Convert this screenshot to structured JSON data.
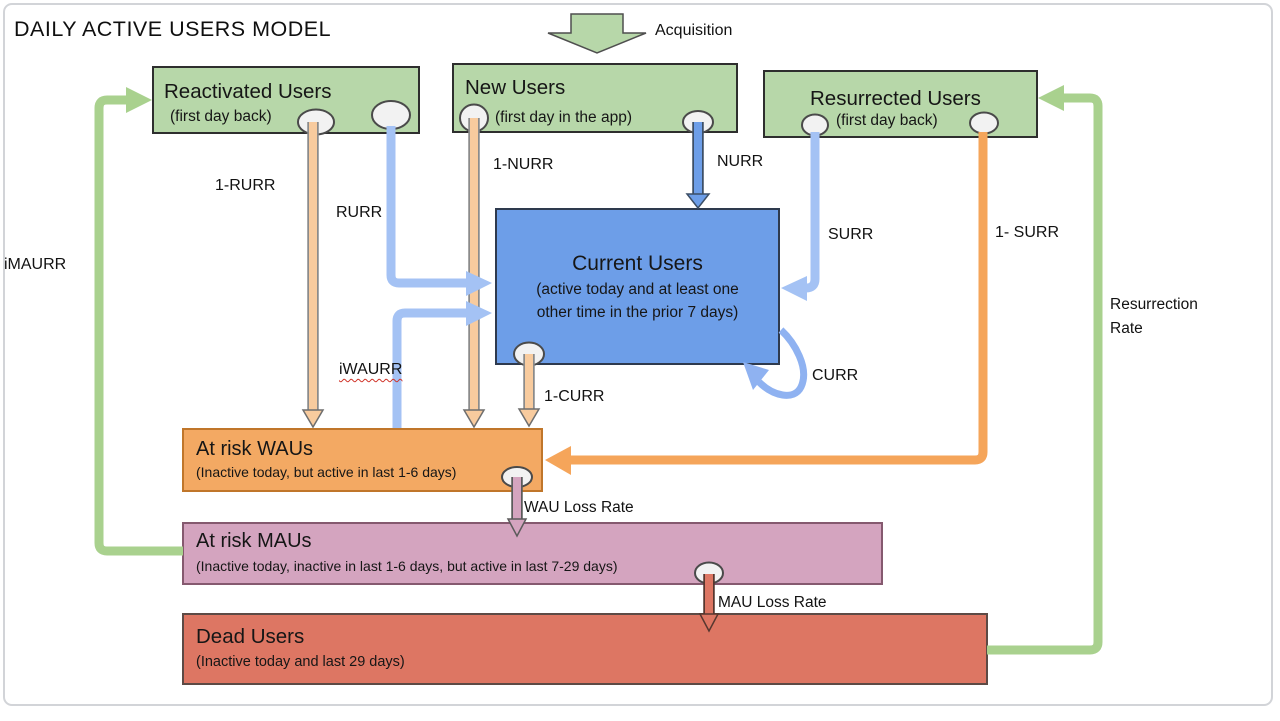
{
  "title": "DAILY ACTIVE USERS MODEL",
  "nodes": {
    "reactivated": {
      "title": "Reactivated Users",
      "subtitle": "(first day back)"
    },
    "new_users": {
      "title": "New Users",
      "subtitle": "(first day in the app)"
    },
    "resurrected": {
      "title": "Resurrected Users",
      "subtitle": "(first day back)"
    },
    "current": {
      "title": "Current Users",
      "subtitle_line1": "(active today and at least one",
      "subtitle_line2": "other time in the prior 7 days)"
    },
    "at_risk_waus": {
      "title": "At risk WAUs",
      "subtitle": "(Inactive today, but active in last 1-6 days)"
    },
    "at_risk_maus": {
      "title": "At risk MAUs",
      "subtitle": "(Inactive today, inactive in last 1-6 days, but active in last 7-29 days)"
    },
    "dead_users": {
      "title": "Dead Users",
      "subtitle": "(Inactive today and last 29 days)"
    }
  },
  "edge_labels": {
    "acquisition": "Acquisition",
    "one_minus_rurr": "1-RURR",
    "rurr": "RURR",
    "one_minus_nurr": "1-NURR",
    "nurr": "NURR",
    "surr": "SURR",
    "one_minus_surr": "1- SURR",
    "imaurr": "iMAURR",
    "iwaurr": "iWAURR",
    "curr": "CURR",
    "one_minus_curr": "1-CURR",
    "wau_loss_rate": "WAU Loss Rate",
    "mau_loss_rate": "MAU Loss Rate",
    "resurrection_rate": "Resurrection Rate"
  },
  "colors": {
    "entry_node_green": "#b7d7a9",
    "current_node_blue": "#6d9ee8",
    "wau_node_orange": "#f3a963",
    "mau_node_pink": "#d4a4bf",
    "dead_node_red": "#dd7663",
    "flow_light_blue": "#a4c2f4",
    "flow_tan": "#f8cb9e",
    "flow_strong_orange": "#f5a55a",
    "flow_green": "#a9d18e",
    "connector_oval": "#f2f2f2"
  }
}
